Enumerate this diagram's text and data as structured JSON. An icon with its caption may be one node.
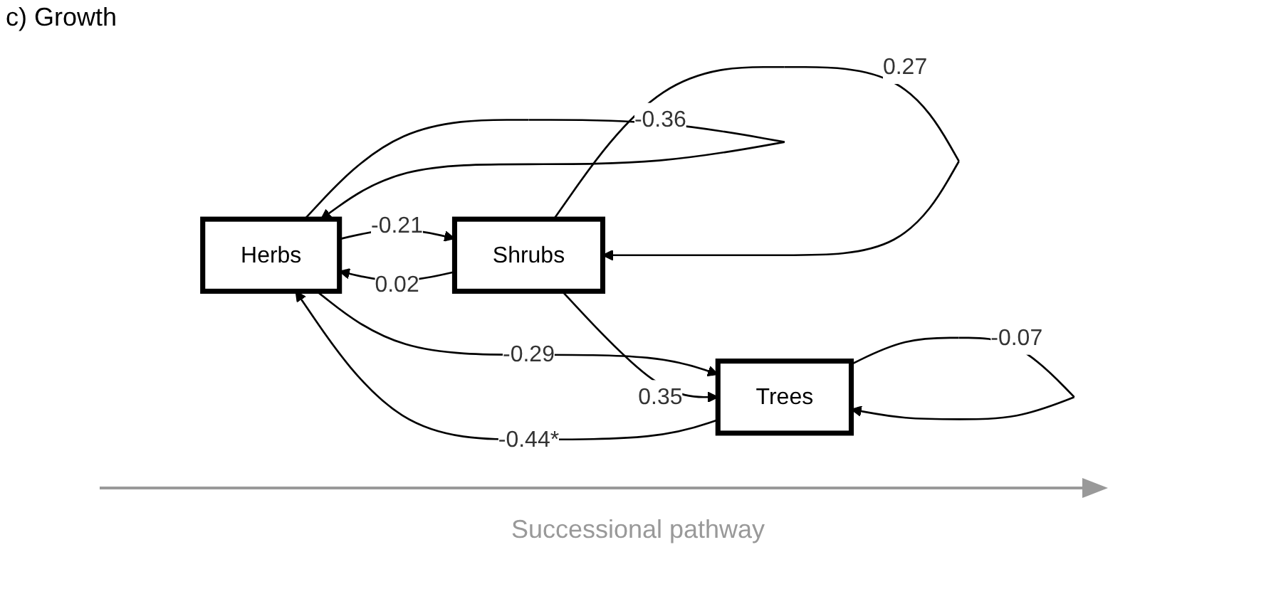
{
  "diagram": {
    "title": "c) Growth",
    "nodes": [
      {
        "text": [
          "Herbs"
        ]
      },
      {
        "text": [
          "Shrubs"
        ]
      },
      {
        "text": [
          "Trees"
        ]
      }
    ],
    "edges": [
      {
        "from": 0,
        "to": 2,
        "arrow": "to",
        "label": "-0.29"
      },
      {
        "from": 0,
        "to": 1,
        "arrow": "to",
        "label": "-0.21"
      },
      {
        "from": 1,
        "to": 2,
        "arrow": "to",
        "label": "0.35"
      },
      {
        "from": 0,
        "to": 0,
        "arrow": "to",
        "label": "-0.36"
      },
      {
        "from": 1,
        "to": 1,
        "arrow": "to",
        "label": "0.27"
      },
      {
        "from": 2,
        "to": 2,
        "arrow": "to",
        "label": "-0.07"
      },
      {
        "from": 1,
        "to": 0,
        "arrow": "to",
        "label": "0.02"
      },
      {
        "from": 2,
        "to": 0,
        "arrow": "to",
        "label": "-0.44*"
      }
    ],
    "labels": [
      "Successional pathway"
    ]
  }
}
